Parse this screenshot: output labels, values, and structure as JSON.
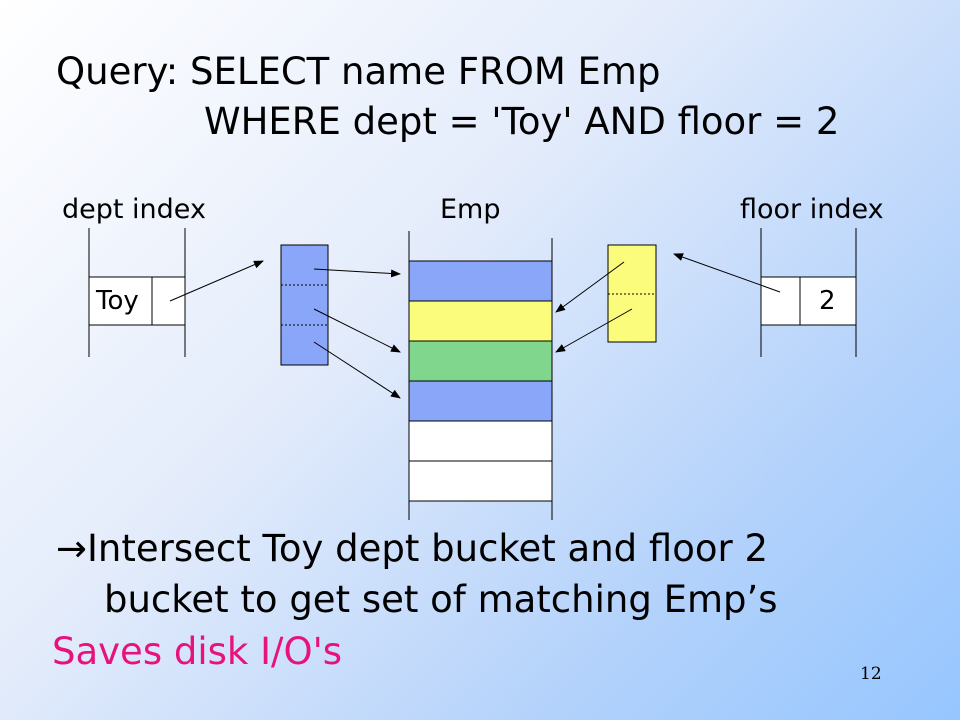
{
  "slide": {
    "query_line1": "Query: SELECT name FROM Emp",
    "query_line2": "WHERE dept = 'Toy' AND floor = 2",
    "labels": {
      "dept_index": "dept index",
      "emp": "Emp",
      "floor_index": "floor index"
    },
    "dept_key": "Toy",
    "floor_key": "2",
    "bullet_symbol": "→",
    "bullet_line1": "Intersect Toy dept bucket and floor 2",
    "bullet_line2": "bucket to get set of matching Emp’s",
    "saves_text": "Saves disk I/O's",
    "page_number": "12"
  },
  "colors": {
    "accent_magenta": "#e8127c",
    "bucket_blue": "#8aa6f8",
    "bucket_yellow": "#fbfc7c",
    "record_green": "#7fd68c",
    "record_white": "#ffffff"
  }
}
